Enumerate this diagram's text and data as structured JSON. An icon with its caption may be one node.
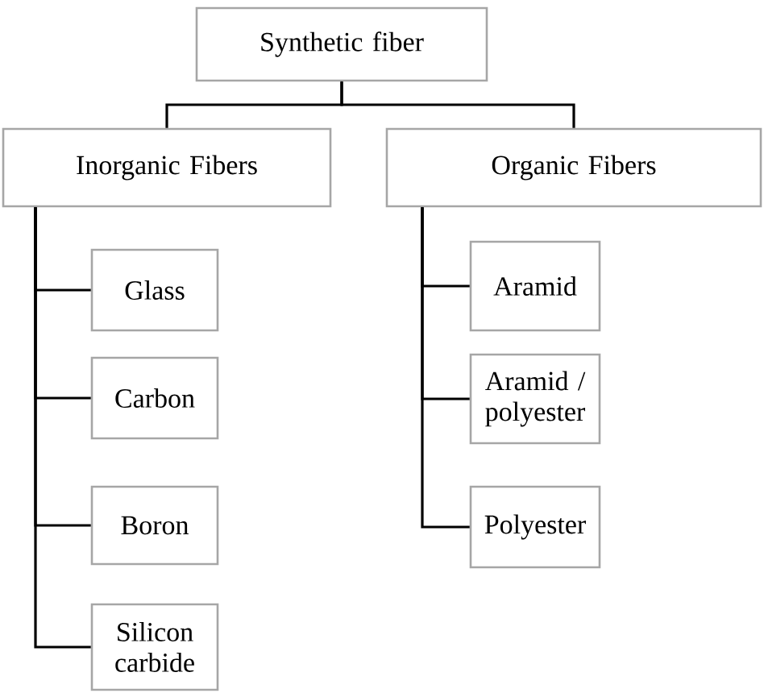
{
  "diagram": {
    "nodes": [
      {
        "text": [
          "Synthetic fiber"
        ]
      },
      {
        "text": [
          "Inorganic Fibers"
        ]
      },
      {
        "text": [
          "Organic Fibers"
        ]
      },
      {
        "text": [
          "Glass"
        ]
      },
      {
        "text": [
          "Carbon"
        ]
      },
      {
        "text": [
          "Boron"
        ]
      },
      {
        "text": [
          "Silicon carbide"
        ]
      },
      {
        "text": [
          "Aramid"
        ]
      },
      {
        "text": [
          "Aramid / polyester"
        ]
      },
      {
        "text": [
          "Polyester"
        ]
      }
    ],
    "edges": [
      {
        "from": 0,
        "to": 1,
        "arrow": "none"
      },
      {
        "from": 0,
        "to": 2,
        "arrow": "none"
      },
      {
        "from": 1,
        "to": 3,
        "arrow": "none"
      },
      {
        "from": 1,
        "to": 4,
        "arrow": "none"
      },
      {
        "from": 1,
        "to": 5,
        "arrow": "none"
      },
      {
        "from": 1,
        "to": 6,
        "arrow": "none"
      },
      {
        "from": 2,
        "to": 7,
        "arrow": "none"
      },
      {
        "from": 2,
        "to": 8,
        "arrow": "none"
      },
      {
        "from": 2,
        "to": 9,
        "arrow": "none"
      }
    ]
  }
}
